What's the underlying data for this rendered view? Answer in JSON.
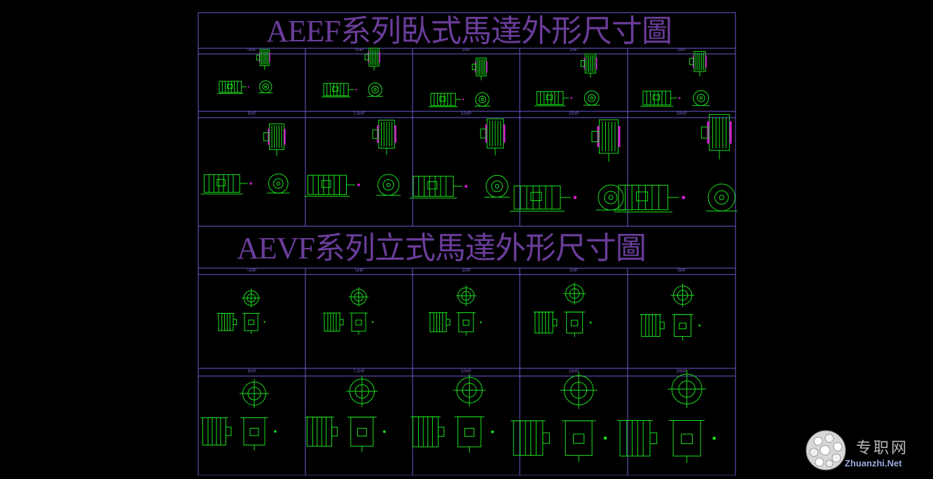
{
  "sheet": {
    "title_top": "AEEF系列臥式馬達外形尺寸圖",
    "title_bottom": "AEVF系列立式馬達外形尺寸圖",
    "colors": {
      "frame": "#6b5bd0",
      "drawing": "#19e01b",
      "accent": "#d41fd4",
      "title": "#6a3d9a"
    }
  },
  "horizontal_rows": [
    {
      "labels": [
        "½HP",
        "¾HP",
        "1HP",
        "2HP",
        "3HP"
      ]
    },
    {
      "labels": [
        "5HP",
        "7.5HP",
        "10HP",
        "15HP",
        "20HP"
      ]
    }
  ],
  "vertical_rows": [
    {
      "labels": [
        "½HP",
        "¾HP",
        "1HP",
        "2HP",
        "3HP"
      ]
    },
    {
      "labels": [
        "5HP",
        "7.5HP",
        "10HP",
        "15HP",
        "20HP"
      ]
    }
  ],
  "watermark": {
    "cn": "专职网",
    "en": "Zhuanzhi.Net",
    "icon": "globe-ball-icon"
  }
}
